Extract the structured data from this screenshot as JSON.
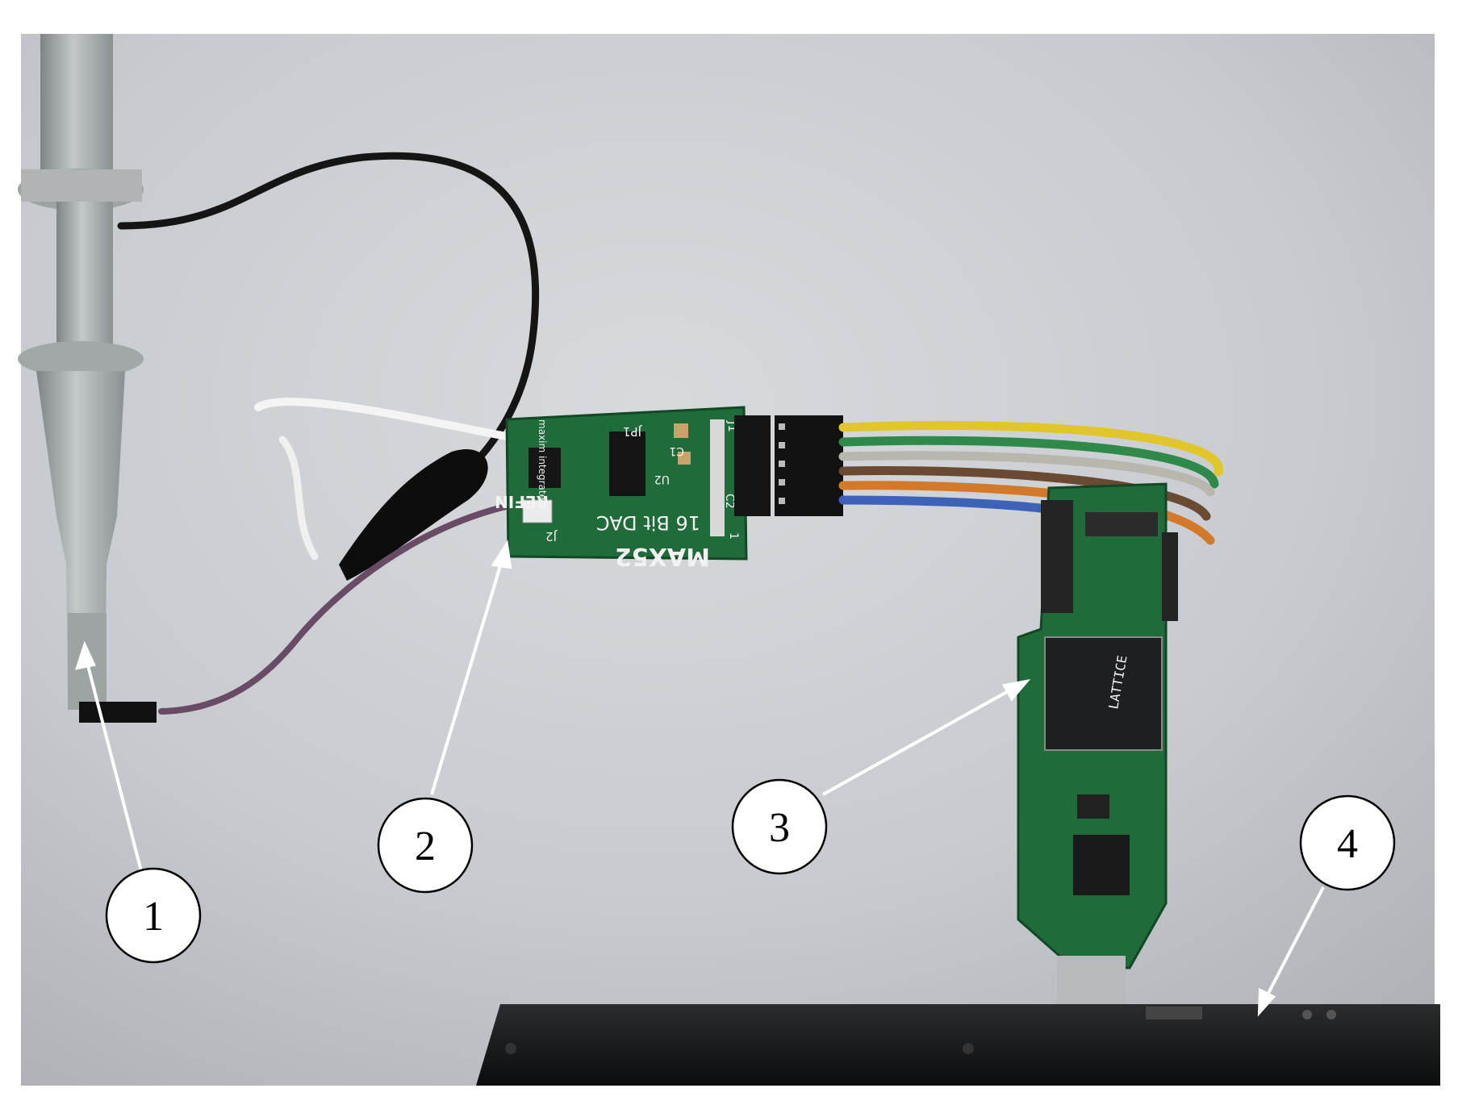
{
  "photo": {
    "board_labels": {
      "dac_model": "MAX52",
      "dac_desc": "16 Bit DAC",
      "ref_in": "REFIN",
      "jp1": "JP1",
      "j1": "J1",
      "j2": "J2",
      "u2": "U2",
      "c1": "C1",
      "c2": "C2",
      "maker": "maxim integrated",
      "pin1": "1",
      "fpga_brand": "LATTICE"
    },
    "callouts": [
      {
        "number": "1"
      },
      {
        "number": "2"
      },
      {
        "number": "3"
      },
      {
        "number": "4"
      }
    ],
    "colors": {
      "background_wall": "#c9cdd1",
      "pcb_green": "#1f6b3a",
      "fpga_chip": "#1e1f22",
      "laptop": "#0f1012",
      "probe_grey": "#a9aeae"
    }
  }
}
